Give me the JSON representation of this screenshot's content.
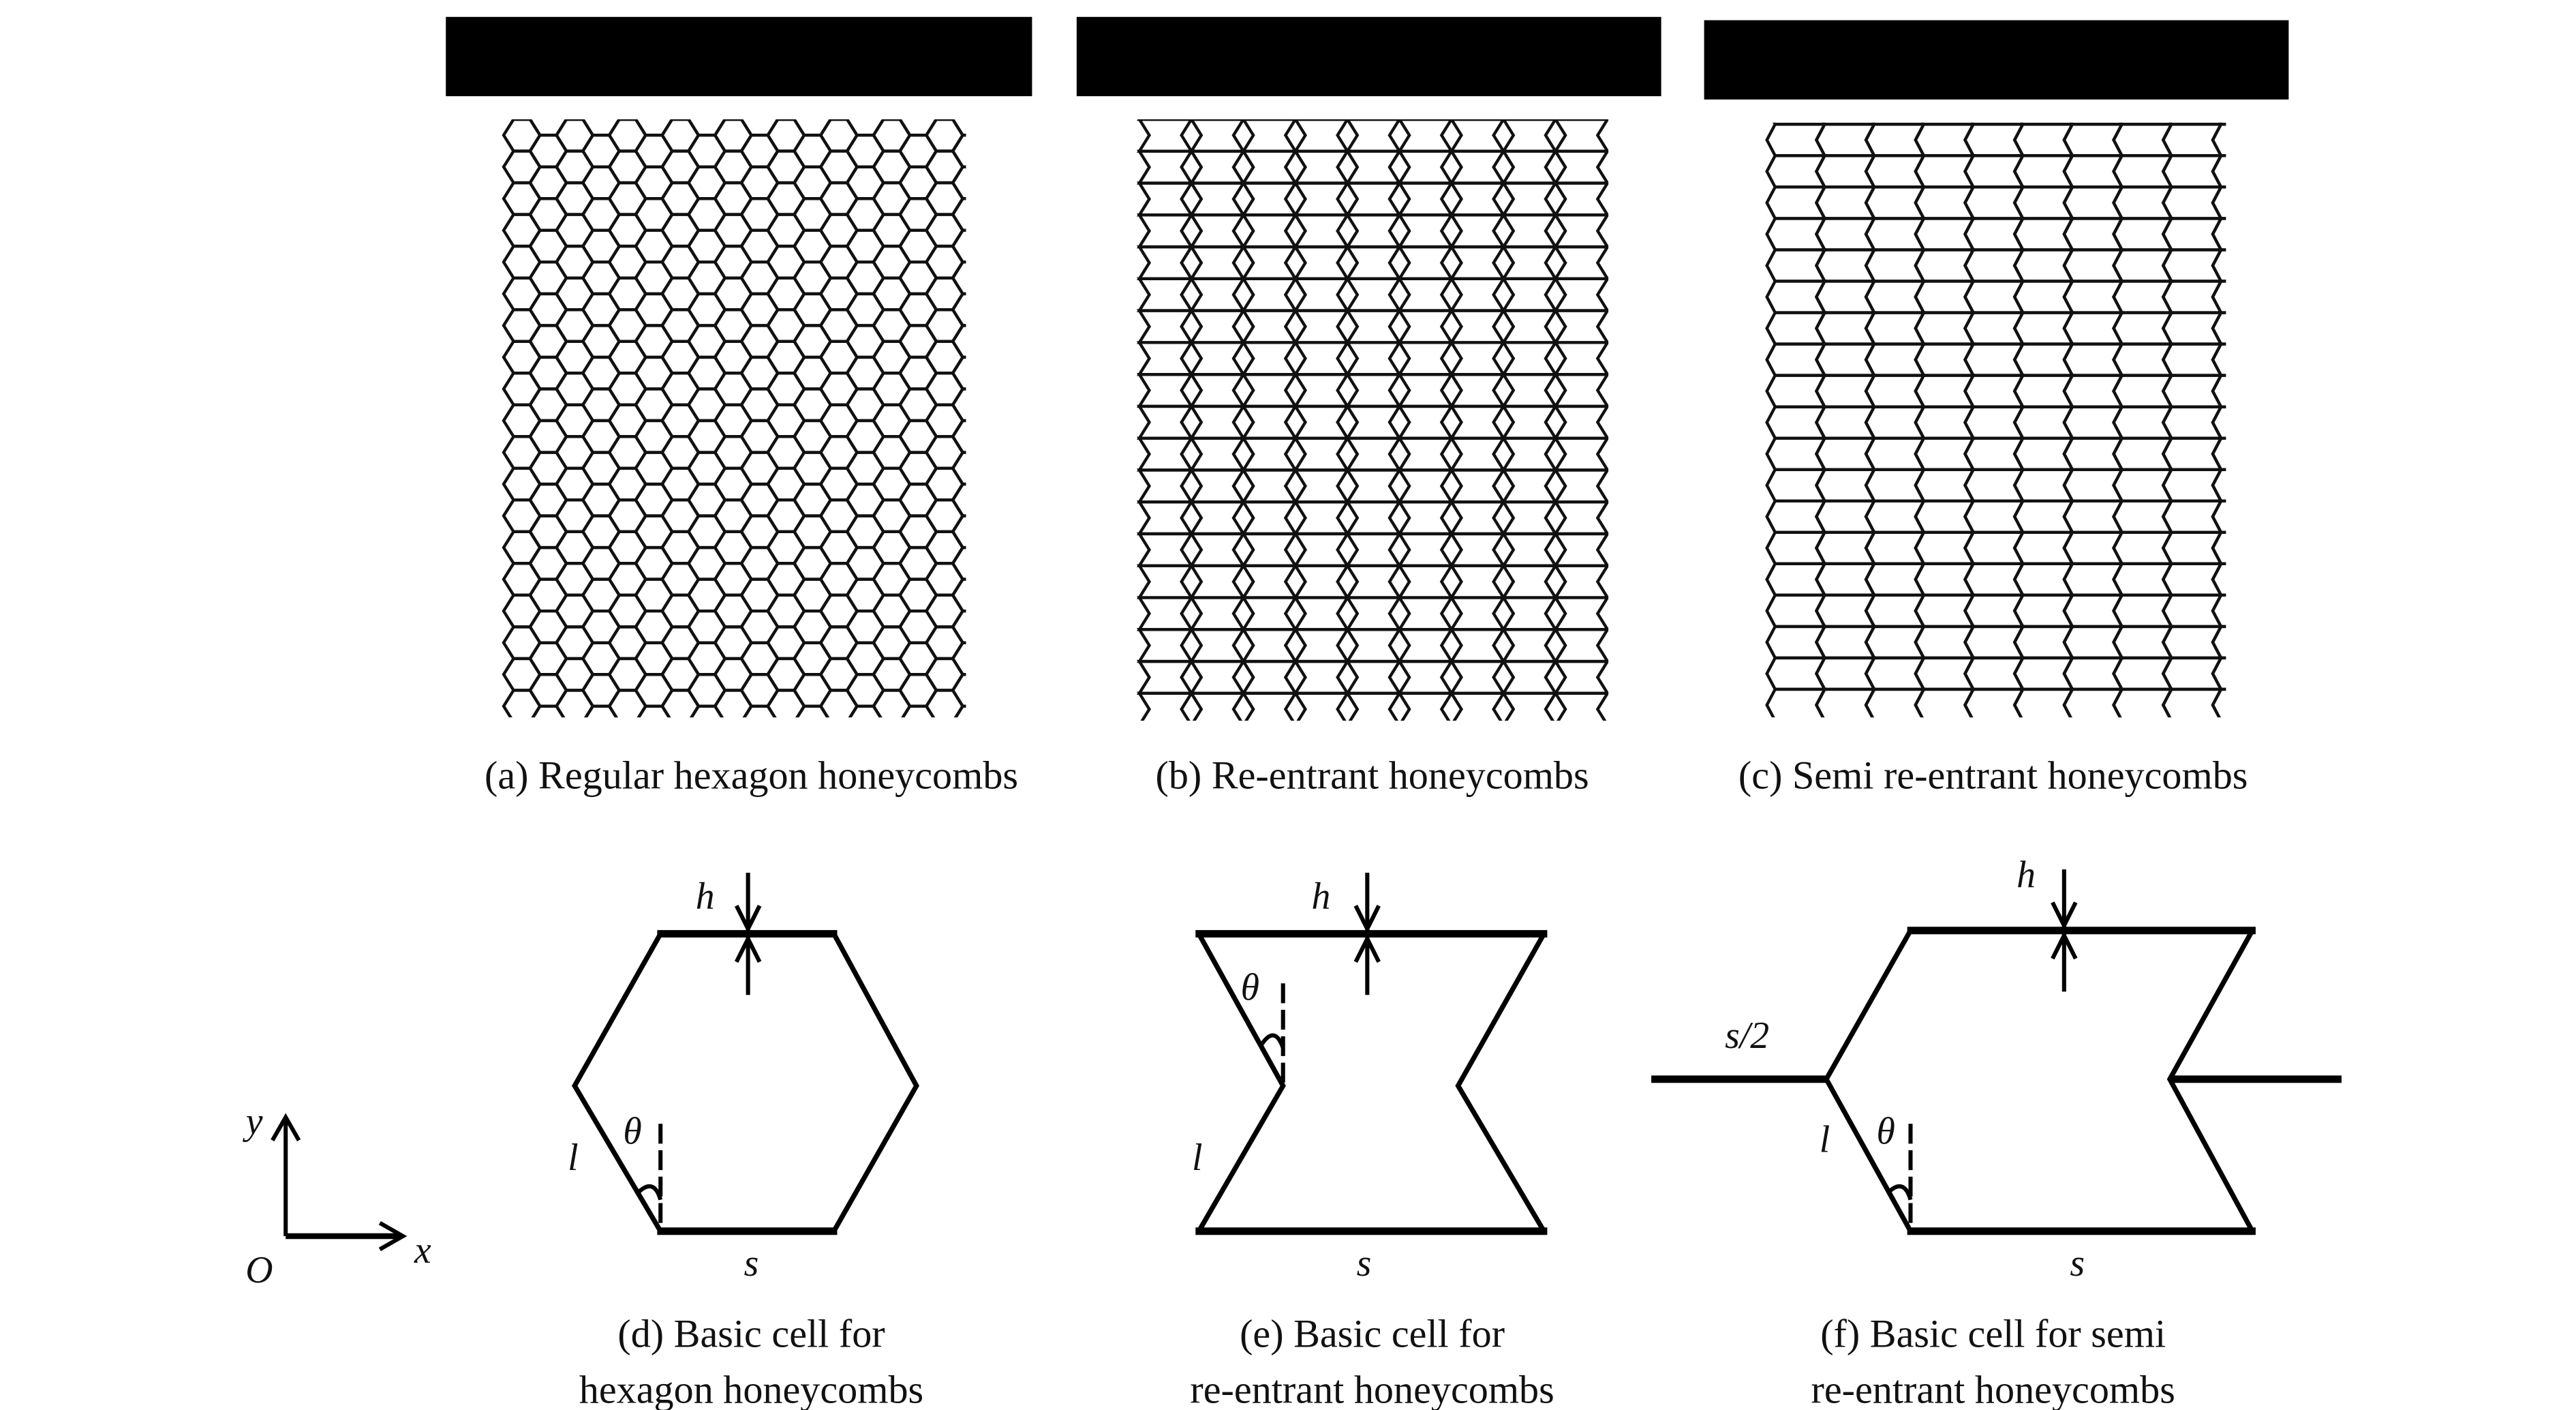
{
  "panels": {
    "a": {
      "caption": "(a) Regular hexagon honeycombs"
    },
    "b": {
      "caption": "(b) Re-entrant honeycombs"
    },
    "c": {
      "caption": "(c) Semi re-entrant honeycombs"
    },
    "d": {
      "caption_line1": "(d) Basic cell for",
      "caption_line2": "hexagon honeycombs"
    },
    "e": {
      "caption_line1": "(e) Basic cell for",
      "caption_line2": "re-entrant honeycombs"
    },
    "f": {
      "caption_line1": "(f) Basic cell for semi",
      "caption_line2": "re-entrant honeycombs"
    }
  },
  "symbols": {
    "h": "h",
    "theta": "θ",
    "l": "l",
    "s": "s",
    "s_half": "s/2",
    "x_axis": "x",
    "y_axis": "y",
    "origin": "O"
  }
}
